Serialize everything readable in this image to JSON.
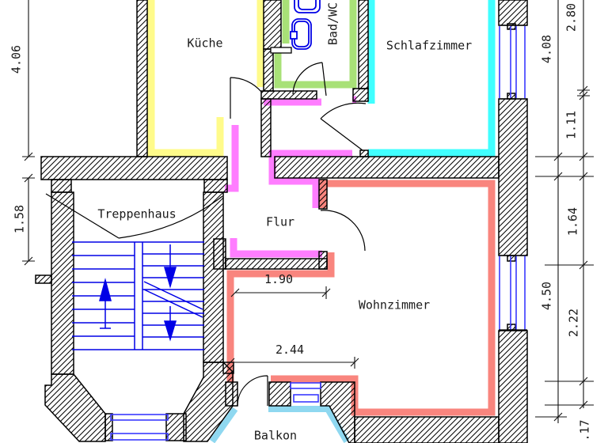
{
  "plan": {
    "rooms": {
      "kueche": "Küche",
      "bad_wc": "Bad/WC",
      "schlafzimmer": "Schlafzimmer",
      "treppenhaus": "Treppenhaus",
      "flur": "Flur",
      "wohnzimmer": "Wohnzimmer",
      "balkon": "Balkon"
    },
    "dimensions": {
      "left_upper": "4.06",
      "left_lower": "1.58",
      "right_inner_upper": "4.08",
      "right_inner_lower": "4.50",
      "right_outer_top": "2.80",
      "right_outer_2": "1.11",
      "right_outer_3": "1.64",
      "right_outer_4": "2.22",
      "right_outer_bottom": ".17",
      "annex_width": "1.90",
      "balcony_wall_width": "2.44"
    },
    "colors": {
      "kueche_highlight": "#FFFB8A",
      "bad_highlight": "#A8E177",
      "flur_highlight": "#FF7DFF",
      "schlafzimmer_highlight": "#40FFFF",
      "wohnzimmer_highlight": "#F9857E",
      "balkon_highlight": "#8FD8F0",
      "stairs_blue": "#0000E6",
      "window_blue": "#3A3AFF",
      "wall_line": "#000000",
      "dim_line": "#111111"
    }
  }
}
